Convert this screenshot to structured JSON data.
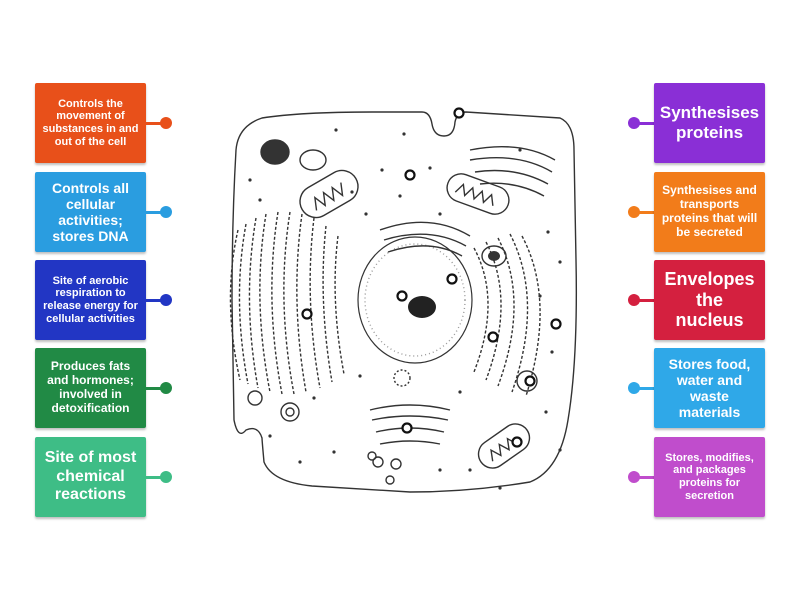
{
  "left_labels": [
    {
      "text": "Controls the movement of substances in and out of the cell",
      "color": "#e8501a"
    },
    {
      "text": "Controls all cellular activities; stores DNA",
      "color": "#2a9de0"
    },
    {
      "text": "Site of aerobic respiration to release energy for cellular activities",
      "color": "#2236c4"
    },
    {
      "text": "Produces fats and hormones; involved in detoxification",
      "color": "#218a45"
    },
    {
      "text": "Site of most chemical reactions",
      "color": "#3ebd86"
    }
  ],
  "right_labels": [
    {
      "text": "Synthesises proteins",
      "color": "#8a2fd6"
    },
    {
      "text": "Synthesises and transports proteins that will be secreted",
      "color": "#f27c1a"
    },
    {
      "text": "Envelopes the nucleus",
      "color": "#d4203f"
    },
    {
      "text": "Stores food, water and waste materials",
      "color": "#2fa8e8"
    },
    {
      "text": "Stores, modifies, and packages proteins for secretion",
      "color": "#c04dcc"
    }
  ],
  "diagram": {
    "subject": "animal cell",
    "marker_count": 10
  }
}
